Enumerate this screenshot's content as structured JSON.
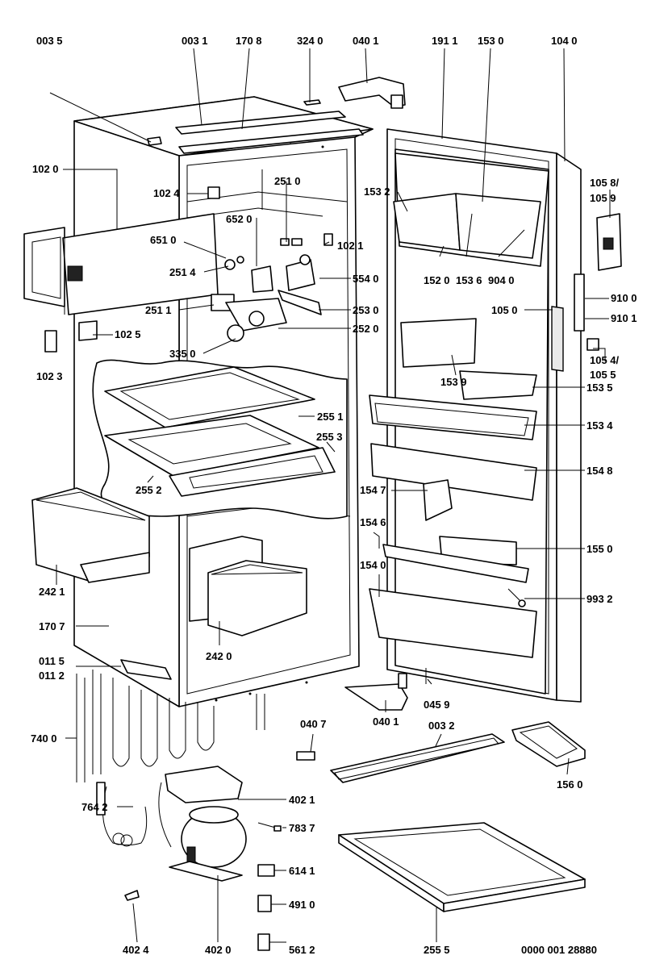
{
  "diagram": {
    "drawing_number": "0000 001 28880",
    "labels": [
      {
        "id": "l0035",
        "text": "003 5"
      },
      {
        "id": "l0031",
        "text": "003 1"
      },
      {
        "id": "l1708",
        "text": "170 8"
      },
      {
        "id": "l3240",
        "text": "324 0"
      },
      {
        "id": "l0401a",
        "text": "040 1"
      },
      {
        "id": "l1911",
        "text": "191 1"
      },
      {
        "id": "l1530",
        "text": "153 0"
      },
      {
        "id": "l1040",
        "text": "104 0"
      },
      {
        "id": "l1020",
        "text": "102 0"
      },
      {
        "id": "l1024",
        "text": "102 4"
      },
      {
        "id": "l2510",
        "text": "251 0"
      },
      {
        "id": "l1532",
        "text": "153 2"
      },
      {
        "id": "l1058",
        "text": "105 8/"
      },
      {
        "id": "l1059",
        "text": "105 9"
      },
      {
        "id": "l6520",
        "text": "652 0"
      },
      {
        "id": "l6510",
        "text": "651 0"
      },
      {
        "id": "l1021",
        "text": "102 1"
      },
      {
        "id": "l2514",
        "text": "251 4"
      },
      {
        "id": "l5540",
        "text": "554 0"
      },
      {
        "id": "l1520",
        "text": "152 0"
      },
      {
        "id": "l1536",
        "text": "153 6"
      },
      {
        "id": "l9040",
        "text": "904 0"
      },
      {
        "id": "l9100",
        "text": "910 0"
      },
      {
        "id": "l2511",
        "text": "251 1"
      },
      {
        "id": "l2530",
        "text": "253 0"
      },
      {
        "id": "l1050",
        "text": "105 0"
      },
      {
        "id": "l9101",
        "text": "910 1"
      },
      {
        "id": "l1025",
        "text": "102 5"
      },
      {
        "id": "l2520",
        "text": "252 0"
      },
      {
        "id": "l3350",
        "text": "335 0"
      },
      {
        "id": "l1054",
        "text": "105 4/"
      },
      {
        "id": "l1055",
        "text": "105 5"
      },
      {
        "id": "l1023",
        "text": "102 3"
      },
      {
        "id": "l1539",
        "text": "153 9"
      },
      {
        "id": "l1535",
        "text": "153 5"
      },
      {
        "id": "l2551",
        "text": "255 1"
      },
      {
        "id": "l1534",
        "text": "153 4"
      },
      {
        "id": "l2553",
        "text": "255 3"
      },
      {
        "id": "l1548",
        "text": "154 8"
      },
      {
        "id": "l2552",
        "text": "255 2"
      },
      {
        "id": "l1547",
        "text": "154 7"
      },
      {
        "id": "l1546",
        "text": "154 6"
      },
      {
        "id": "l1550",
        "text": "155 0"
      },
      {
        "id": "l2421",
        "text": "242 1"
      },
      {
        "id": "l1540",
        "text": "154 0"
      },
      {
        "id": "l9932",
        "text": "993 2"
      },
      {
        "id": "l1707",
        "text": "170 7"
      },
      {
        "id": "l2420",
        "text": "242 0"
      },
      {
        "id": "l0115",
        "text": "011 5"
      },
      {
        "id": "l0112",
        "text": "011 2"
      },
      {
        "id": "l0459",
        "text": "045 9"
      },
      {
        "id": "l0401b",
        "text": "040 1"
      },
      {
        "id": "l0407",
        "text": "040 7"
      },
      {
        "id": "l0032",
        "text": "003 2"
      },
      {
        "id": "l7400",
        "text": "740 0"
      },
      {
        "id": "l1560",
        "text": "156 0"
      },
      {
        "id": "l4021",
        "text": "402 1"
      },
      {
        "id": "l7642",
        "text": "764 2"
      },
      {
        "id": "l7837",
        "text": "783 7"
      },
      {
        "id": "l6141",
        "text": "614 1"
      },
      {
        "id": "l4910",
        "text": "491 0"
      },
      {
        "id": "l4024",
        "text": "402 4"
      },
      {
        "id": "l4020",
        "text": "402 0"
      },
      {
        "id": "l5612",
        "text": "561 2"
      },
      {
        "id": "l2555",
        "text": "255 5"
      }
    ]
  }
}
